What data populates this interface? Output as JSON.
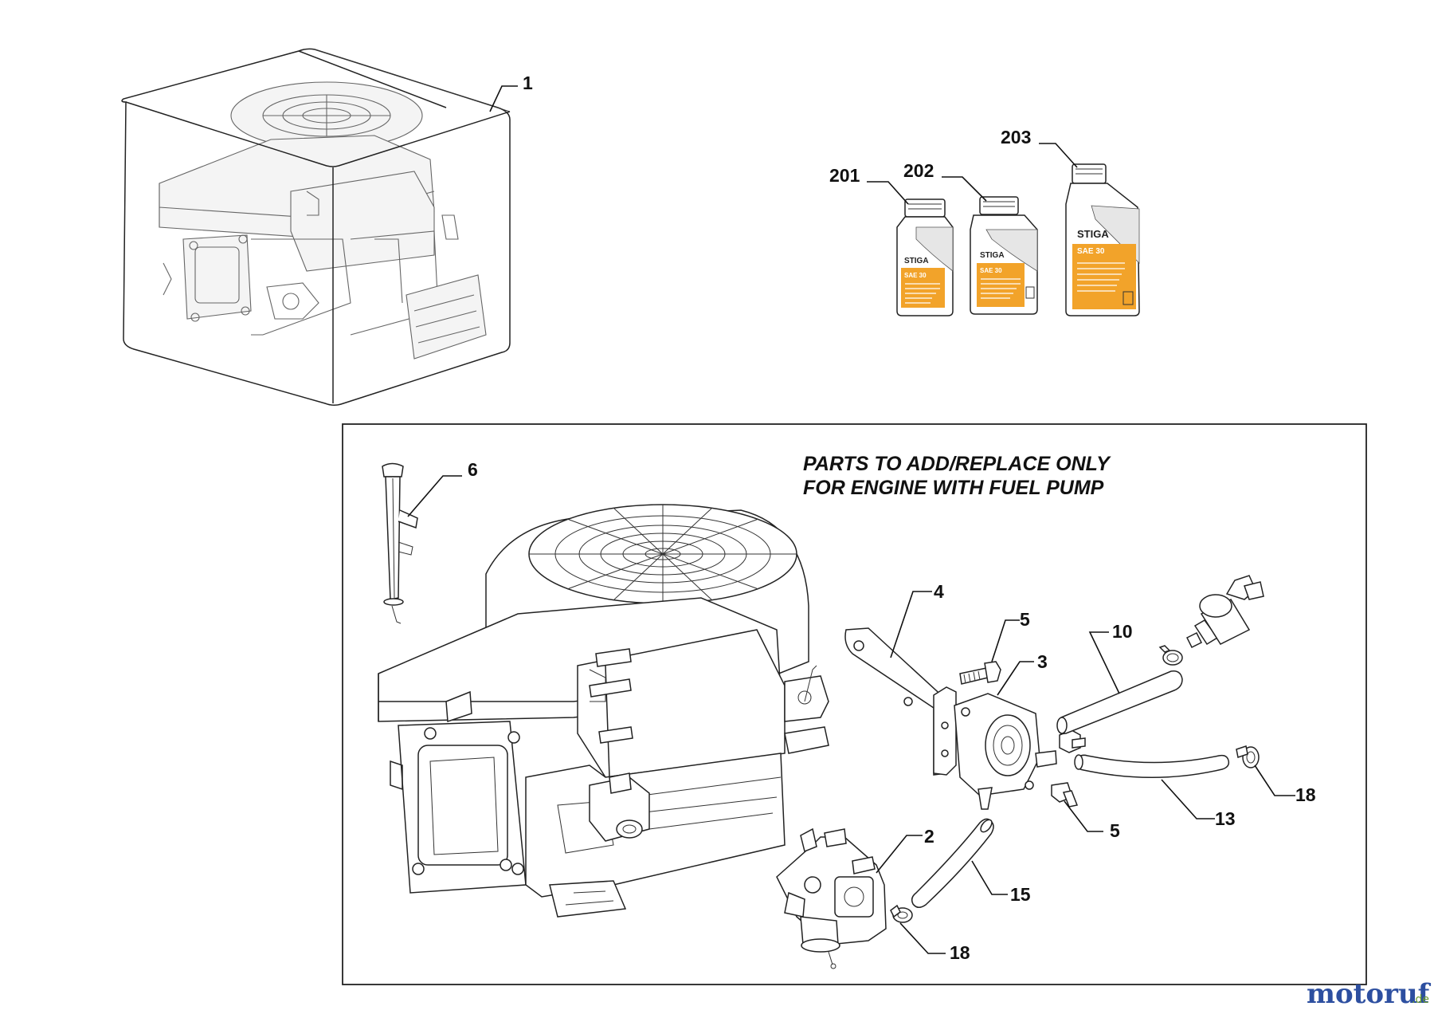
{
  "callouts": {
    "c1": "1",
    "c201": "201",
    "c202": "202",
    "c203": "203",
    "c6": "6",
    "c4": "4",
    "c5a": "5",
    "c3": "3",
    "c10": "10",
    "c2": "2",
    "c18a": "18",
    "c5b": "5",
    "c13": "13",
    "c18b": "18",
    "c15": "15"
  },
  "note": {
    "line1": "PARTS TO ADD/REPLACE ONLY",
    "line2": "FOR ENGINE WITH FUEL PUMP"
  },
  "bottles": {
    "brand": "STIGA",
    "small_grade": "SAE 30",
    "medium_grade": "SAE 30",
    "large_grade": "SAE 30"
  },
  "watermark": {
    "main": "motoruf",
    "suffix": ".de"
  },
  "colors": {
    "bottle_label": "#f2a32a",
    "bottle_body": "#ffffff",
    "watermark_blue": "#2d4fa0",
    "watermark_green": "#6a9a2e"
  }
}
